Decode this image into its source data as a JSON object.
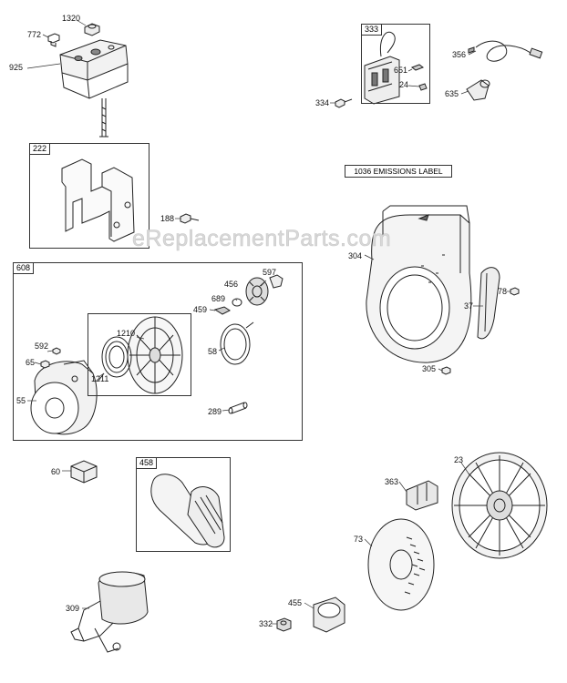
{
  "watermark": "eReplacementParts.com",
  "emissions_label": "1036 EMISSIONS LABEL",
  "groups": [
    {
      "id": "333"
    },
    {
      "id": "222"
    },
    {
      "id": "608"
    },
    {
      "id": "458"
    }
  ],
  "parts": [
    "1320",
    "772",
    "925",
    "334",
    "651",
    "24",
    "356",
    "635",
    "188",
    "304",
    "37",
    "78",
    "305",
    "597",
    "456",
    "689",
    "459",
    "1210",
    "58",
    "592",
    "65",
    "1211",
    "55",
    "289",
    "60",
    "363",
    "23",
    "73",
    "455",
    "309",
    "332"
  ]
}
